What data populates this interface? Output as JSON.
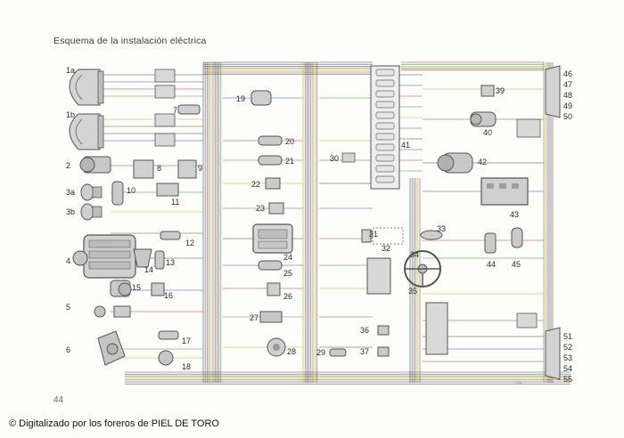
{
  "title": "Esquema de la instalación eléctrica",
  "page_number": "44",
  "credit": "© Digitalizado por los foreros de PIEL DE TORO",
  "corner_mark": "7-94",
  "component_labels": {
    "l1a": "1a",
    "l1b": "1b",
    "l2": "2",
    "l3a": "3a",
    "l3b": "3b",
    "l4": "4",
    "l5": "5",
    "l6": "6",
    "l7": "7",
    "l8": "8",
    "l9": "9",
    "l10": "10",
    "l11": "11",
    "l12": "12",
    "l13": "13",
    "l14": "14",
    "l15": "15",
    "l16": "16",
    "l17": "17",
    "l18": "18",
    "l19": "19",
    "l20": "20",
    "l21": "21",
    "l22": "22",
    "l23": "23",
    "l24": "24",
    "l25": "25",
    "l26": "26",
    "l27": "27",
    "l28": "28",
    "l29": "29",
    "l30": "30",
    "l31": "31",
    "l32": "32",
    "l33": "33",
    "l34": "34",
    "l35": "35",
    "l36": "36",
    "l37": "37",
    "l39": "39",
    "l40": "40",
    "l41": "41",
    "l42": "42",
    "l43": "43",
    "l44": "44",
    "l45": "45",
    "l46": "46",
    "l47": "47",
    "l48": "48",
    "l49": "49",
    "l50": "50",
    "l51": "51",
    "l52": "52",
    "l53": "53",
    "l54": "54",
    "l55": "55"
  },
  "colors": {
    "wire_dark": "#4a4a4a",
    "wire_blue": "#3b5fa0",
    "wire_red": "#b0403a",
    "wire_green": "#4f8f4a",
    "wire_yellow": "#c9a936",
    "wire_brown": "#8a5a3a",
    "component_fill": "#cfcfcf",
    "component_stroke": "#555555",
    "fuse_fill": "#e6e6e6"
  }
}
